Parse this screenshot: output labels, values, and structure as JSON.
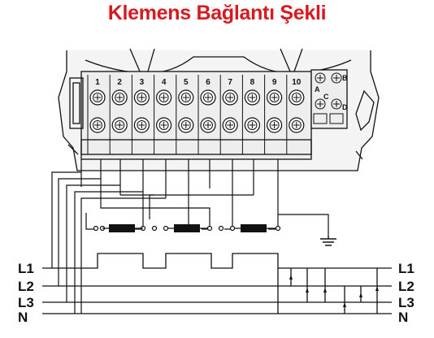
{
  "title": "Klemens Bağlantı Şekli",
  "colors": {
    "title": "#d71920",
    "line": "#111111",
    "block": "#f4f4f4"
  },
  "terminals": [
    "1",
    "2",
    "3",
    "4",
    "5",
    "6",
    "7",
    "8",
    "9",
    "10"
  ],
  "aux_terminals": [
    "A",
    "B",
    "C",
    "D"
  ],
  "phases_left": [
    "L1",
    "L2",
    "L3",
    "N"
  ],
  "phases_right": [
    "L1",
    "L2",
    "L3",
    "N"
  ],
  "icons": {
    "ground": "ground-icon",
    "coil": "current-transformer-icon"
  }
}
